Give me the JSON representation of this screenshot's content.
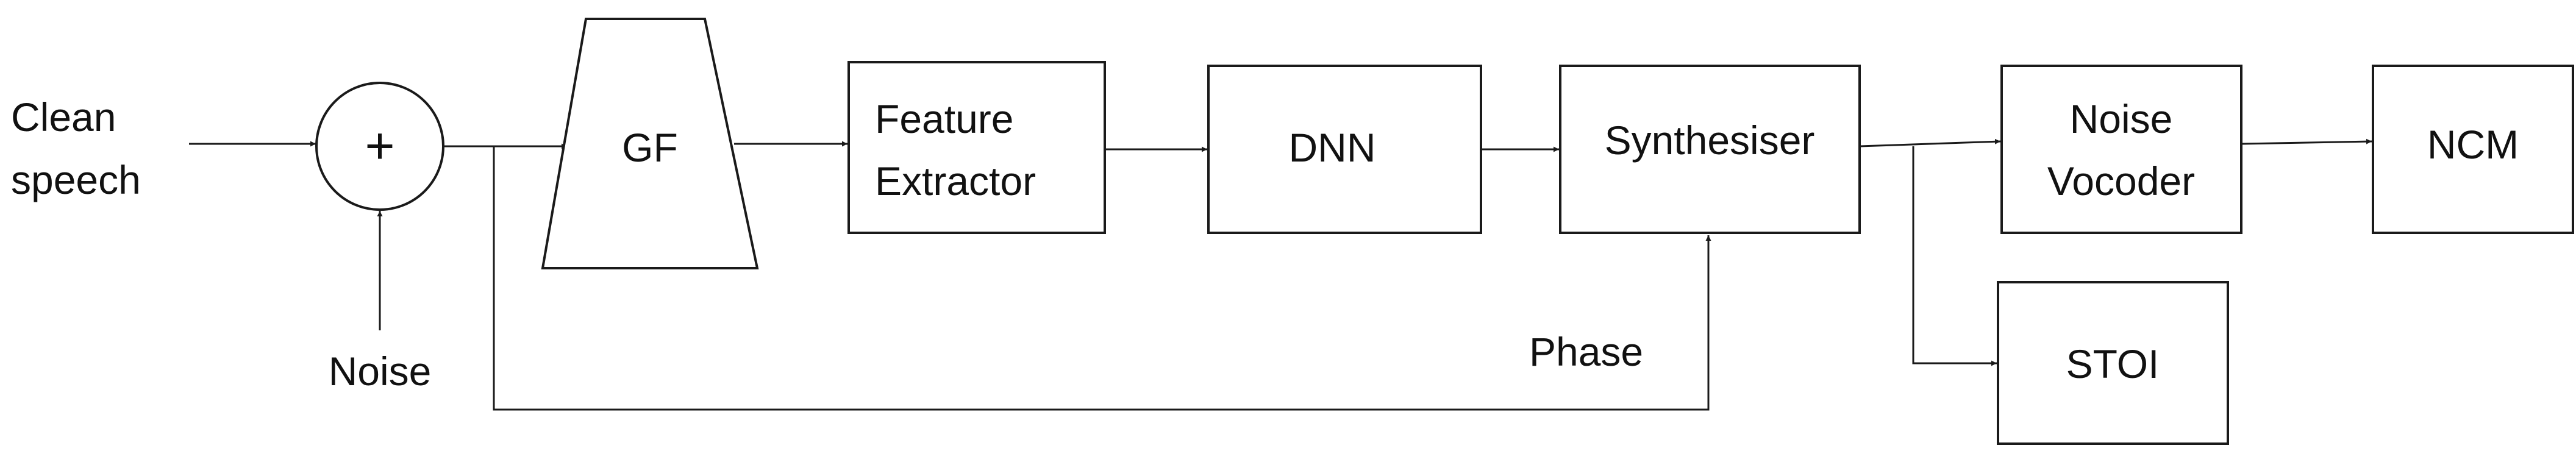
{
  "inputs": {
    "clean_speech": [
      "Clean",
      "speech"
    ],
    "noise": "Noise"
  },
  "blocks": {
    "adder_symbol": "+",
    "gf": "GF",
    "feature_extractor": [
      "Feature",
      "Extractor"
    ],
    "dnn": "DNN",
    "synthesiser": "Synthesiser",
    "noise_vocoder": [
      "Noise",
      "Vocoder"
    ],
    "ncm": "NCM",
    "stoi": "STOI"
  },
  "signals": {
    "phase": "Phase"
  }
}
